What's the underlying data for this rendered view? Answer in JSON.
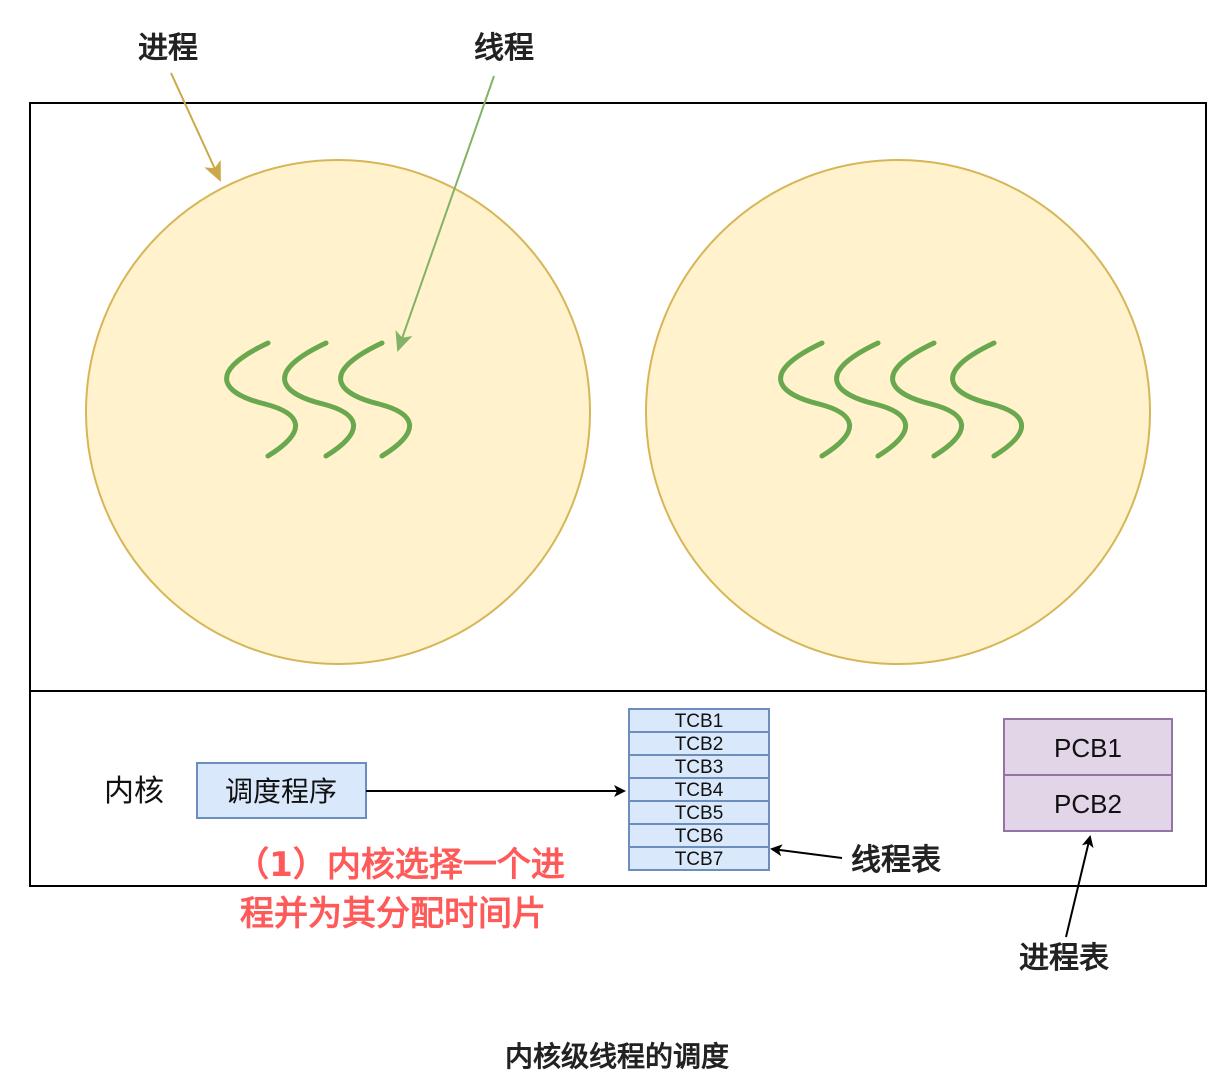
{
  "labels": {
    "process": "进程",
    "thread": "线程",
    "kernel": "内核",
    "scheduler": "调度程序",
    "thread_table": "线程表",
    "process_table": "进程表",
    "note_line1": "（1）内核选择一个进",
    "note_line2": "程并为其分配时间片",
    "caption": "内核级线程的调度"
  },
  "processes": [
    {
      "threads": 3
    },
    {
      "threads": 4
    }
  ],
  "tcb_items": [
    "TCB1",
    "TCB2",
    "TCB3",
    "TCB4",
    "TCB5",
    "TCB6",
    "TCB7"
  ],
  "pcb_items": [
    "PCB1",
    "PCB2"
  ],
  "colors": {
    "process_fill": "#fff2cc",
    "process_stroke": "#d6b656",
    "thread_stroke": "#6aa84f",
    "thread_arrow": "#82b366",
    "process_arrow": "#c9a94a",
    "scheduler_fill": "#dae8fc",
    "scheduler_stroke": "#6c8ebf",
    "pcb_fill": "#e1d5e7",
    "pcb_stroke": "#9673a6",
    "note_text": "#ff5a5a"
  }
}
